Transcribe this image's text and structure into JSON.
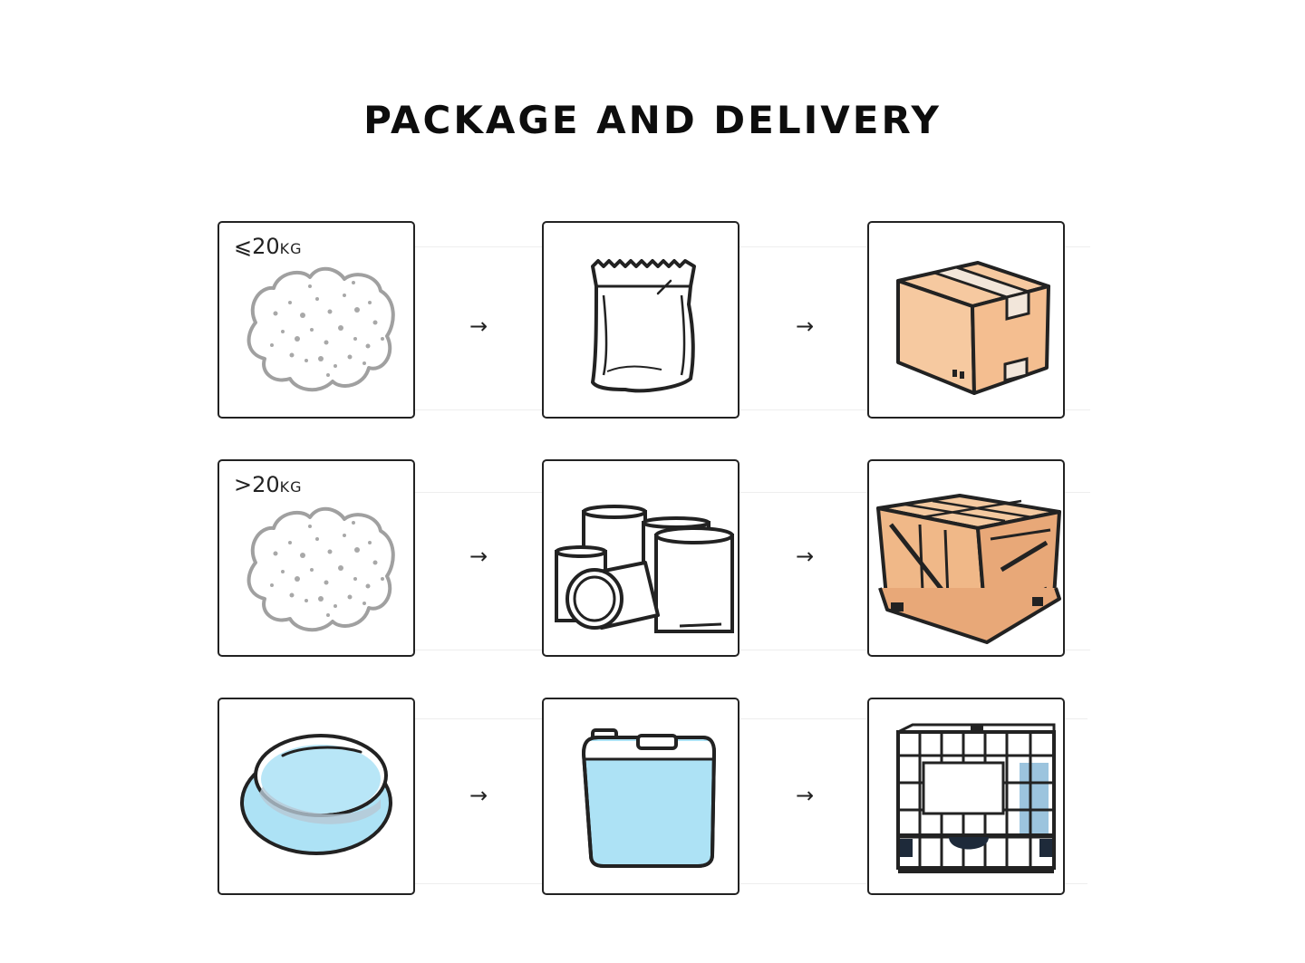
{
  "title": "PACKAGE AND DELIVERY",
  "rows": [
    {
      "label_symbol": "⩽",
      "label_value": "20",
      "label_unit": "KG",
      "steps": [
        {
          "icon": "powder-pile-icon"
        },
        {
          "icon": "foil-bag-icon"
        },
        {
          "icon": "carton-box-icon"
        }
      ]
    },
    {
      "label_symbol": ">",
      "label_value": "20",
      "label_unit": "KG",
      "steps": [
        {
          "icon": "powder-pile-icon"
        },
        {
          "icon": "fiber-drums-icon"
        },
        {
          "icon": "wooden-crate-icon"
        }
      ]
    },
    {
      "steps": [
        {
          "icon": "liquid-pool-icon"
        },
        {
          "icon": "jerry-can-icon"
        },
        {
          "icon": "ibc-tote-icon"
        }
      ]
    }
  ],
  "arrow_glyph": "→",
  "colors": {
    "box_fill": "#F6C9A0",
    "liquid_fill": "#ADE2F5",
    "outline": "#222222",
    "powder": "#A0A0A0"
  }
}
